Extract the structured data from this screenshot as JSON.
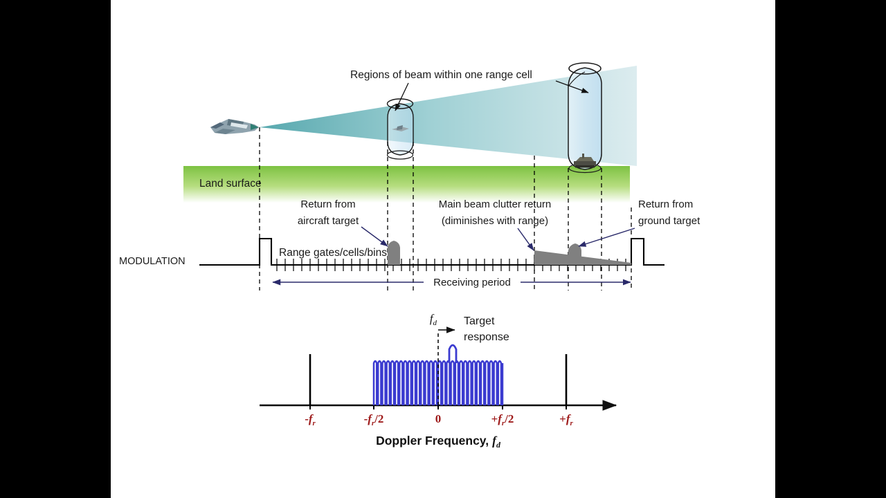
{
  "figure": {
    "title_absent": true,
    "background": "#ffffff",
    "letterbox_color": "#000000"
  },
  "colors": {
    "beam_near": "#6fb6bb",
    "beam_far": "#dcecef",
    "cylinder_fill": "#cfe6f5",
    "cylinder_stroke": "#1a1a1a",
    "land_top": "#7dc242",
    "land_bottom": "#ffffff",
    "clutter_grey": "#808080",
    "modulation_line": "#000000",
    "doppler_blue": "#3b3bd0",
    "tick_label_red": "#9e1b1b",
    "arrow_navy": "#2a2a6a",
    "dashed_black": "#000000"
  },
  "scene": {
    "aircraft": {
      "name": "radar aircraft platform"
    },
    "beam_annotation": "Regions of beam within one range cell",
    "land_label": "Land surface",
    "near_cell": {
      "name": "near range cell",
      "contains": "aircraft target"
    },
    "far_cell": {
      "name": "far range cell",
      "contains": "ground target"
    }
  },
  "modulation": {
    "axis_label": "MODULATION",
    "range_gates_label": "Range gates/cells/bins",
    "receiving_period_label": "Receiving period",
    "annotations": [
      {
        "id": "aircraft-return",
        "line1": "Return from",
        "line2": "aircraft target"
      },
      {
        "id": "main-beam-clutter",
        "line1": "Main beam clutter return",
        "line2": "(diminishes with range)"
      },
      {
        "id": "ground-return",
        "line1": "Return from",
        "line2": "ground target"
      }
    ],
    "num_range_ticks": 44,
    "returns": {
      "aircraft_target": {
        "type": "narrow-peak",
        "position_pct": 27,
        "height": 30
      },
      "main_beam_clutter": {
        "type": "decaying-ramp",
        "start_pct": 61,
        "end_pct": 96,
        "peak_height": 16
      },
      "ground_target": {
        "type": "narrow-peak",
        "position_pct": 80,
        "height": 22
      }
    }
  },
  "chart_data": {
    "type": "line",
    "title": "",
    "xlabel": "Doppler Frequency, fd",
    "xlabel_main": "Doppler Frequency,",
    "xlabel_italic": "f",
    "xlabel_sub": "d",
    "ylabel": "",
    "xlim": [
      -1.35,
      1.35
    ],
    "grid": false,
    "legend": "none",
    "tick_positions": [
      -1,
      -0.5,
      0,
      0.5,
      1
    ],
    "tick_labels": [
      "-fr",
      "-fr/2",
      "0",
      "+fr/2",
      "+fr"
    ],
    "tick_labels_rendered": [
      {
        "sign": "-",
        "base": "f",
        "sub": "r",
        "tail": ""
      },
      {
        "sign": "-",
        "base": "f",
        "sub": "r",
        "tail": "/2"
      },
      {
        "sign": "",
        "base": "0",
        "sub": "",
        "tail": ""
      },
      {
        "sign": "+",
        "base": "f",
        "sub": "r",
        "tail": "/2"
      },
      {
        "sign": "+",
        "base": "f",
        "sub": "r",
        "tail": ""
      }
    ],
    "spectral_lines": [
      {
        "x": -1,
        "height": 1.0,
        "name": "prf-line-minus-fr"
      },
      {
        "x": 1,
        "height": 1.0,
        "name": "prf-line-plus-fr"
      }
    ],
    "clutter_comb": {
      "name": "main beam clutter comb",
      "x_start": -0.5,
      "x_end": 0.5,
      "teeth": 30,
      "tooth_height": 0.82,
      "color": "#3b3bd0"
    },
    "target_peak": {
      "name": "target response",
      "x": 0.085,
      "height": 1.18,
      "width": 0.035,
      "label_line1": "Target",
      "label_line2": "response"
    },
    "doppler_shift_marker": {
      "symbol": "fd",
      "symbol_base": "f",
      "symbol_sub": "d",
      "from_x": 0,
      "to_x": 0.085
    }
  }
}
